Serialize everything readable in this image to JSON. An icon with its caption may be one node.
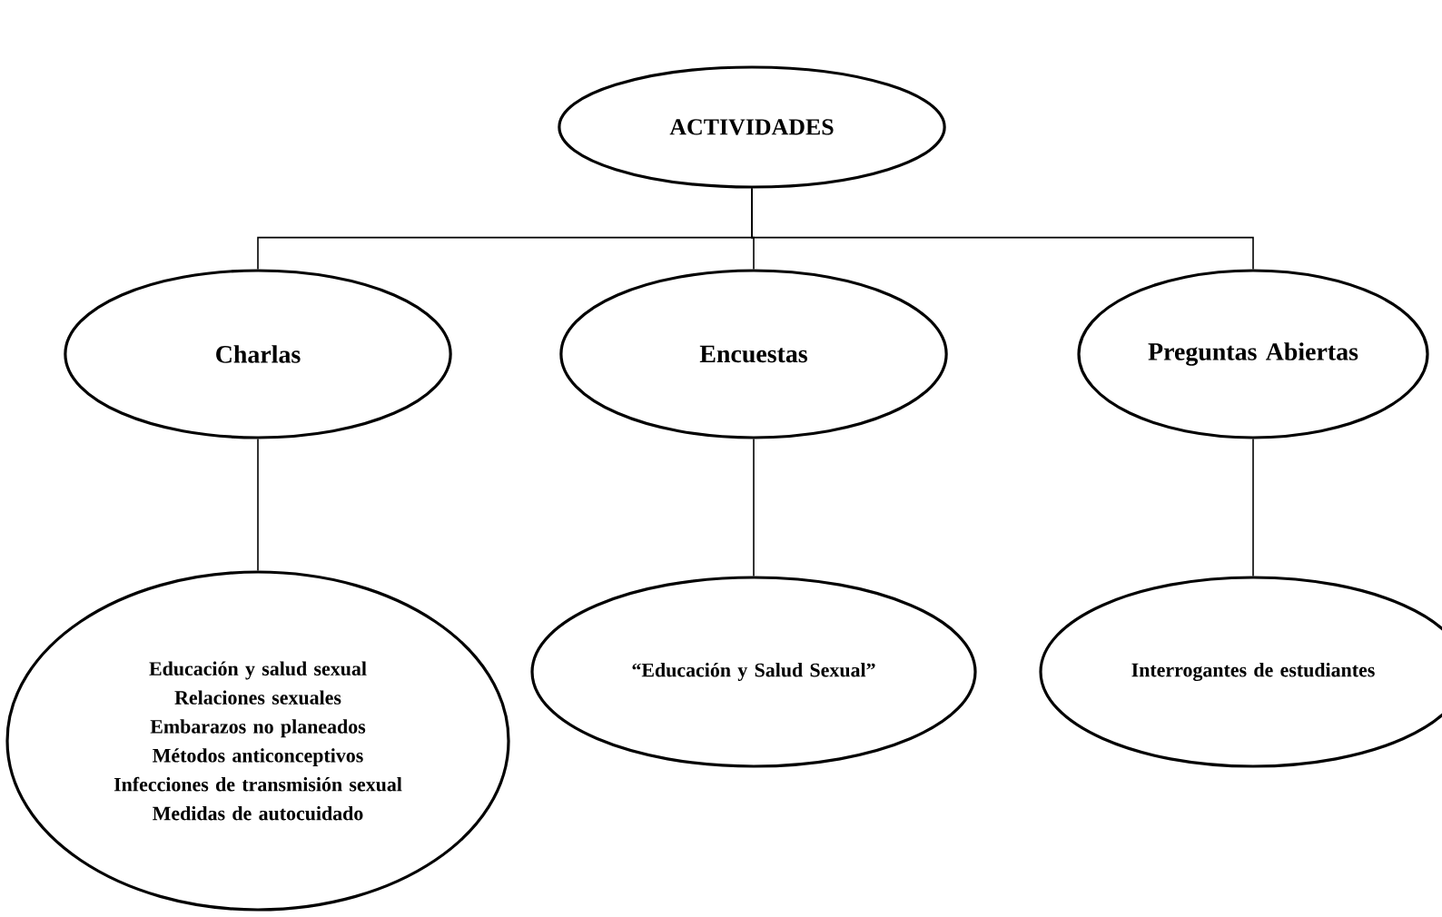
{
  "diagram": {
    "nodes": [
      {
        "text": [
          "ACTIVIDADES"
        ]
      },
      {
        "text": [
          "Charlas"
        ]
      },
      {
        "text": [
          "Encuestas"
        ]
      },
      {
        "text": [
          "Preguntas Abiertas"
        ]
      },
      {
        "text": [
          "Educación y salud sexual",
          "Relaciones sexuales",
          "Embarazos no planeados",
          "Métodos anticonceptivos",
          "Infecciones de transmisión sexual",
          "Medidas de autocuidado"
        ]
      },
      {
        "text": [
          "“Educación y Salud Sexual”"
        ]
      },
      {
        "text": [
          "Interrogantes de estudiantes"
        ]
      }
    ],
    "edges": [
      {
        "from": 0,
        "to": 1,
        "arrow": "none"
      },
      {
        "from": 0,
        "to": 2,
        "arrow": "none"
      },
      {
        "from": 0,
        "to": 3,
        "arrow": "none"
      },
      {
        "from": 1,
        "to": 4,
        "arrow": "none"
      },
      {
        "from": 2,
        "to": 5,
        "arrow": "none"
      },
      {
        "from": 3,
        "to": 6,
        "arrow": "none"
      }
    ]
  }
}
